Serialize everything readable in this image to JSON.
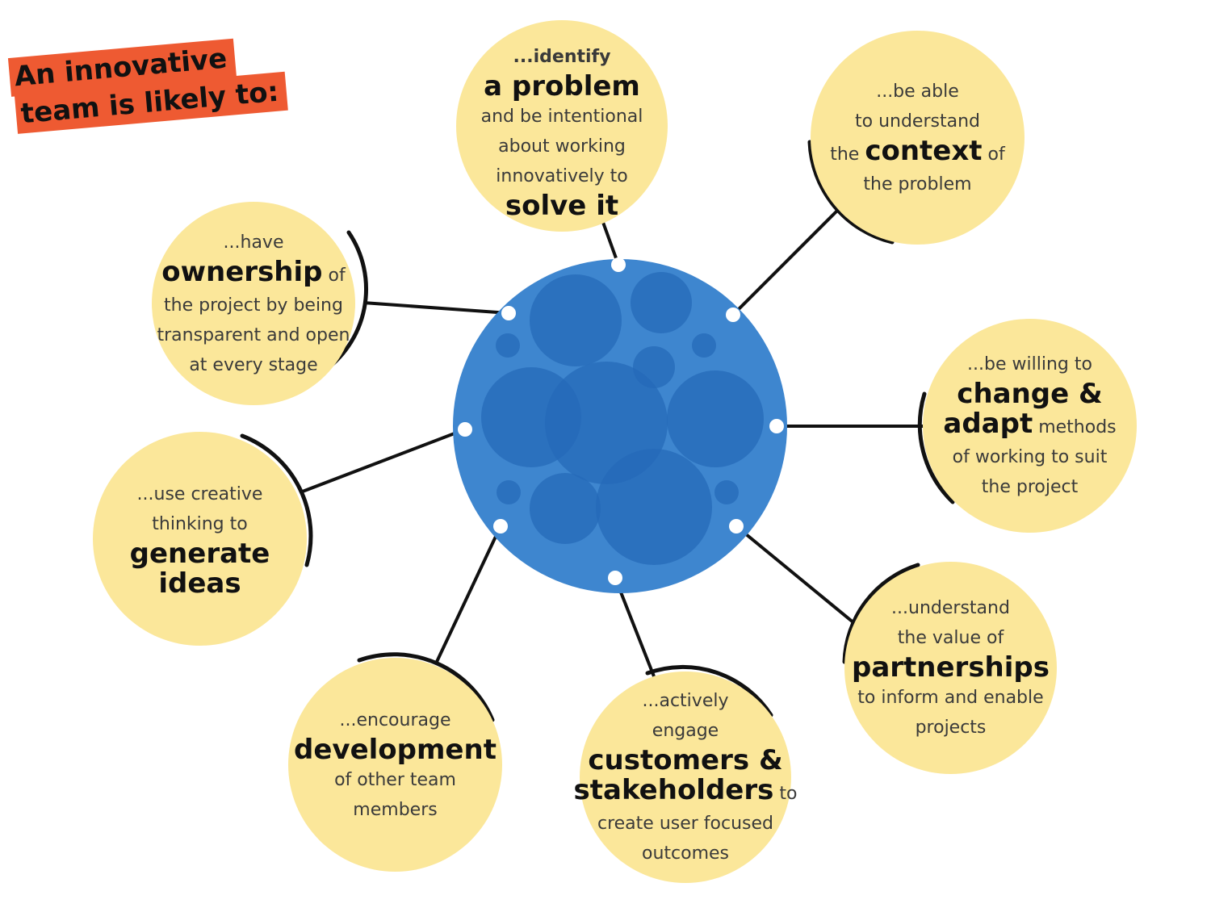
{
  "title": {
    "line1": "An innovative",
    "line2": "team is likely to:"
  },
  "colors": {
    "title_bg": "#ee5a32",
    "node_fill": "#fbe79a",
    "hub_fill": "#3e86cf",
    "hub_bubble": "#2569b8",
    "connector": "#111111"
  },
  "nodes": {
    "identify": {
      "l1": "...identify",
      "l2": "a problem",
      "l3": "and be intentional",
      "l4": "about working",
      "l5": "innovatively to",
      "l6": "solve it"
    },
    "context": {
      "l1": "...be able",
      "l2": "to understand",
      "l3a": "the",
      "l3b": "context",
      "l3c": "of",
      "l4": "the problem"
    },
    "change": {
      "l1": "...be willing to",
      "l2": "change &",
      "l3a": "adapt",
      "l3b": "methods",
      "l4": "of working to suit",
      "l5": "the project"
    },
    "partnerships": {
      "l1": "...understand",
      "l2": "the value of",
      "l3": "partnerships",
      "l4": "to inform and enable",
      "l5": "projects"
    },
    "customers": {
      "l1": "...actively",
      "l2": "engage",
      "l3": "customers &",
      "l4a": "stakeholders",
      "l4b": "to",
      "l5": "create user focused",
      "l6": "outcomes"
    },
    "development": {
      "l1": "...encourage",
      "l2": "development",
      "l3": "of other team",
      "l4": "members"
    },
    "ideas": {
      "l1": "...use creative",
      "l2": "thinking to",
      "l3": "generate",
      "l4": "ideas"
    },
    "ownership": {
      "l1": "...have",
      "l2a": "ownership",
      "l2b": "of",
      "l3": "the project by being",
      "l4": "transparent and open",
      "l5": "at every stage"
    }
  }
}
